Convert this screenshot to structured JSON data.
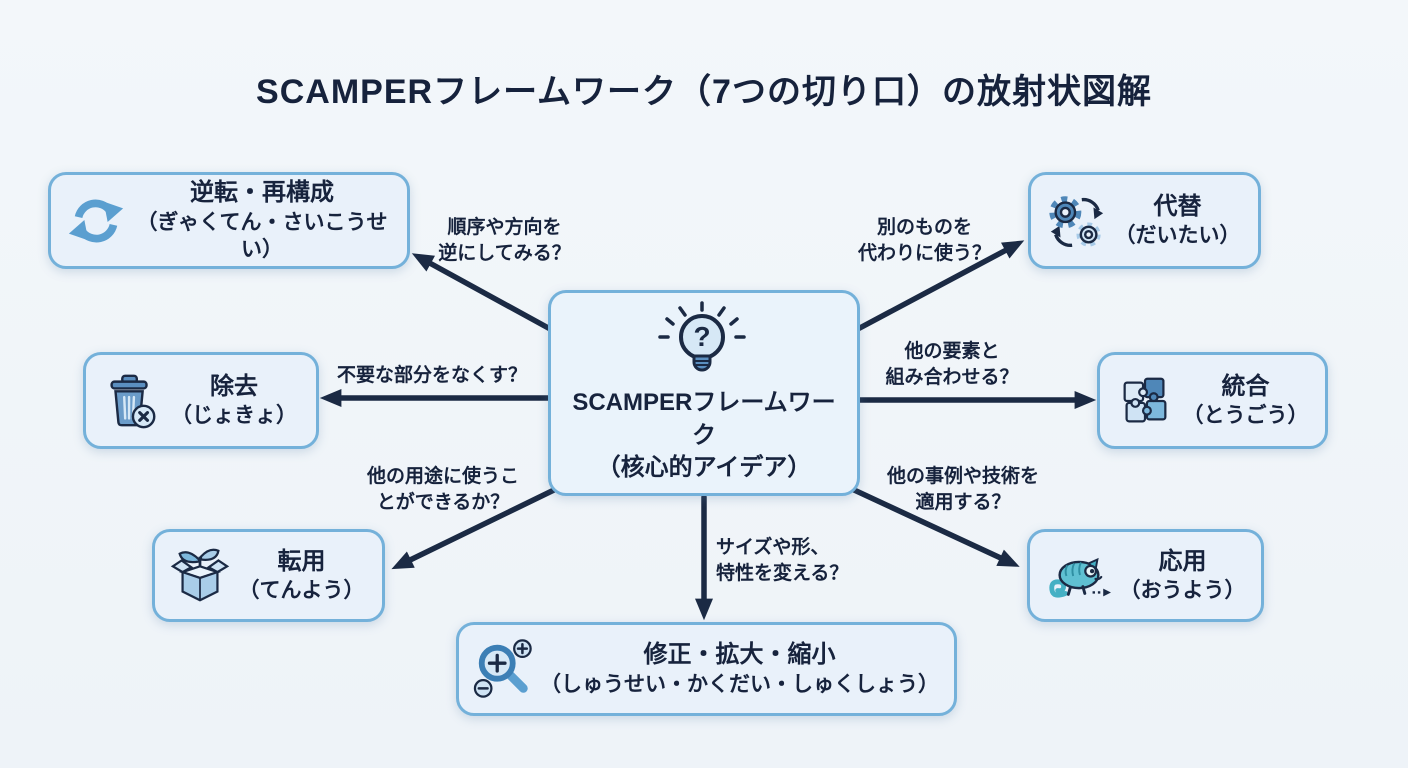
{
  "title": "SCAMPERフレームワーク（7つの切り口）の放射状図解",
  "center": {
    "icon": "lightbulb-question-icon",
    "line1": "SCAMPERフレームワーク",
    "line2": "（核心的アイデア）"
  },
  "nodes": [
    {
      "id": "reverse",
      "icon": "cycle-arrows-icon",
      "label": "逆転・再構成",
      "reading": "（ぎゃくてん・さいこうせい）",
      "question": [
        "順序や方向を",
        "逆にしてみる？"
      ]
    },
    {
      "id": "substitute",
      "icon": "gears-swap-icon",
      "label": "代替",
      "reading": "（だいたい）",
      "question": [
        "別のものを",
        "代わりに使う？"
      ]
    },
    {
      "id": "eliminate",
      "icon": "trash-remove-icon",
      "label": "除去",
      "reading": "（じょきょ）",
      "question": [
        "不要な部分をなくす？"
      ]
    },
    {
      "id": "combine",
      "icon": "puzzle-pieces-icon",
      "label": "統合",
      "reading": "（とうごう）",
      "question": [
        "他の要素と",
        "組み合わせる？"
      ]
    },
    {
      "id": "put-to-other-use",
      "icon": "box-sprout-icon",
      "label": "転用",
      "reading": "（てんよう）",
      "question": [
        "他の用途に使うこ",
        "とができるか？"
      ]
    },
    {
      "id": "adapt",
      "icon": "chameleon-icon",
      "label": "応用",
      "reading": "（おうよう）",
      "question": [
        "他の事例や技術を",
        "適用する？"
      ]
    },
    {
      "id": "modify",
      "icon": "magnifier-zoom-icon",
      "label": "修正・拡大・縮小",
      "reading": "（しゅうせい・かくだい・しゅくしょう）",
      "question": [
        "サイズや形、",
        "特性を変える？"
      ]
    }
  ],
  "colors": {
    "background": "#f0f5f9",
    "box_fill": "#e9f1fa",
    "box_border": "#74b1da",
    "arrow_navy": "#1b2a44",
    "text_navy": "#16223c",
    "icon_blue_dark": "#4f87b8",
    "icon_blue_mid": "#7db8dc",
    "icon_blue_light": "#cfe3f4",
    "icon_teal": "#5fc0d2"
  }
}
